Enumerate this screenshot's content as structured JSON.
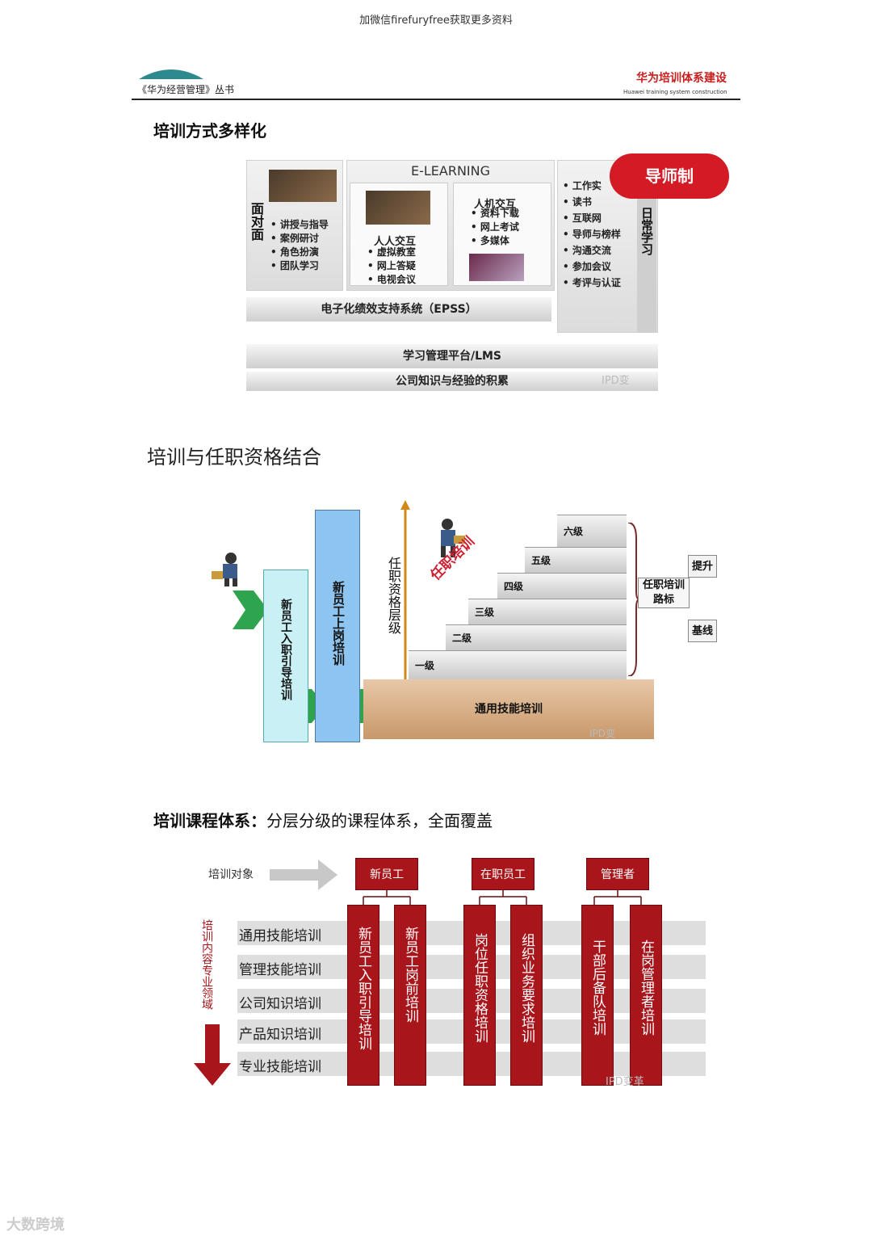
{
  "header": {
    "top_note": "加微信firefuryfree获取更多资料",
    "series": "《华为经营管理》丛书",
    "right_cn": "华为培训体系建设",
    "right_en": "Huawei training system construction"
  },
  "section1": {
    "title": "培训方式多样化",
    "face_label": "面对面",
    "face_items": [
      "讲授与指导",
      "案例研讨",
      "角色扮演",
      "团队学习"
    ],
    "elearning_title": "E-LEARNING",
    "human_title": "人人交互",
    "human_items": [
      "虚拟教室",
      "网上答疑",
      "电视会议"
    ],
    "machine_title": "人机交互",
    "machine_items": [
      "资料下载",
      "网上考试",
      "多媒体"
    ],
    "daily_items": [
      "工作实",
      "读书",
      "互联网",
      "导师与榜样",
      "沟通交流",
      "参加会议",
      "考评与认证"
    ],
    "daily_label": "日常学习",
    "mentor_badge": "导师制",
    "epss": "电子化绩效支持系统（EPSS）",
    "lms": "学习管理平台/LMS",
    "knowledge": "公司知识与经验的积累",
    "watermark": "IPD变"
  },
  "section2": {
    "title": "培训与任职资格结合",
    "col1": "新员工入职引导培训",
    "col2": "新员工上岗培训",
    "axis": "任职资格层级",
    "stair_label": "任职培训",
    "levels": [
      "一级",
      "二级",
      "三级",
      "四级",
      "五级",
      "六级"
    ],
    "base": "通用技能培训",
    "side_label": "任职培训路标",
    "up": "提升",
    "base_line": "基线",
    "watermark": "IPD变"
  },
  "section3": {
    "title_bold": "培训课程体系：",
    "title_rest": "分层分级的课程体系，全面覆盖",
    "target_label": "培训对象",
    "content_label": "培训内容专业领域",
    "groups": [
      "新员工",
      "在职员工",
      "管理者"
    ],
    "rows": [
      "通用技能培训",
      "管理技能培训",
      "公司知识培训",
      "产品知识培训",
      "专业技能培训"
    ],
    "columns": [
      "新员工入职引导培训",
      "新员工岗前培训",
      "岗位任职资格培训",
      "组织业务要求培训",
      "干部后备队培训",
      "在岗管理者培训"
    ],
    "watermark": "IPD变革"
  },
  "footer": {
    "brand": "大数跨境"
  },
  "colors": {
    "accent_red": "#a8151b",
    "blue": "#8ec5f0",
    "cyan": "#c9f0f4",
    "green": "#2ea44f"
  }
}
